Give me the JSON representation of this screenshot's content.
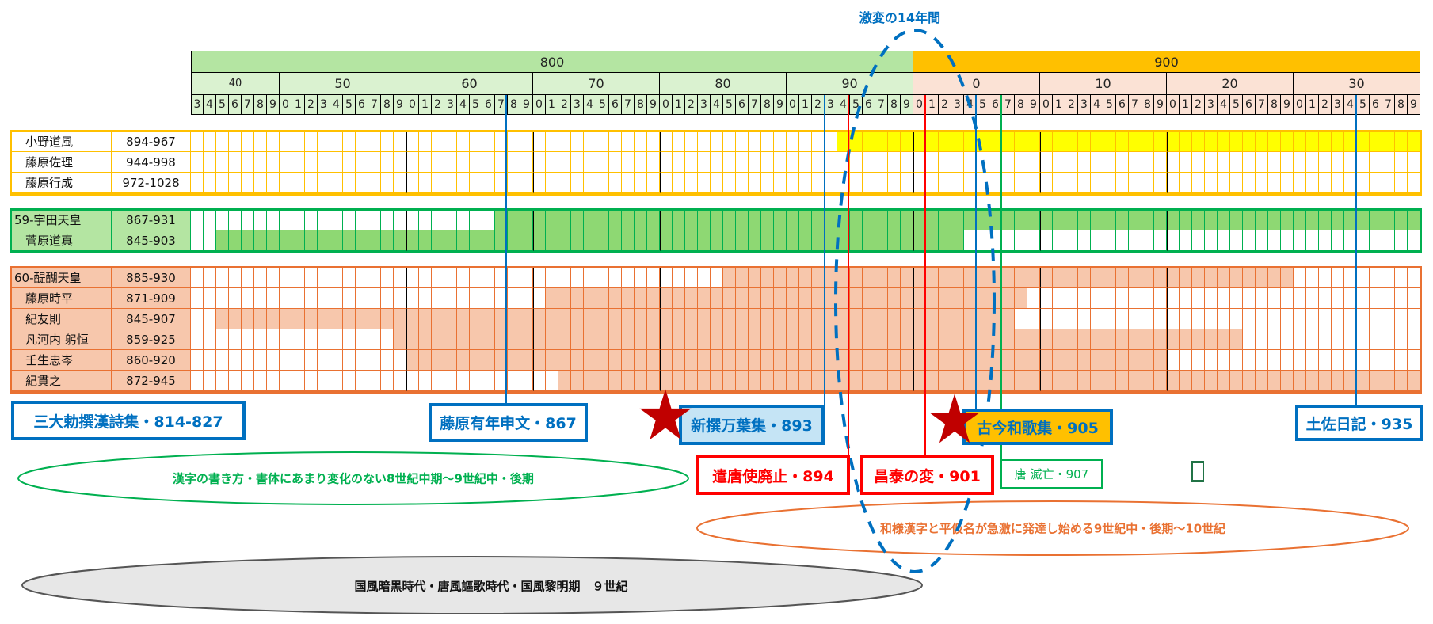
{
  "title": "激変の14年間",
  "colors": {
    "c800": "#B4E5A2",
    "c800_light": "#DAF2D0",
    "c900": "#FFC000",
    "c900_light": "#FBE2D5",
    "group1_border": "#FFC000",
    "group1_fill": "#FFFF00",
    "group2_border": "#00B050",
    "group2_fill": "#8ED873",
    "group2_label": "#B4E5A2",
    "group3_border": "#E97132",
    "group3_fill": "#F7C7AC",
    "group3_label": "#F7C7AC",
    "blue": "#0070C0",
    "red": "#FF0000",
    "green": "#00B050",
    "star": "#C00000"
  },
  "timeline": {
    "start_year": 843,
    "end_year": 939,
    "centuries": [
      {
        "label": "800",
        "from": 843,
        "to": 899
      },
      {
        "label": "900",
        "from": 900,
        "to": 939
      }
    ],
    "decades": [
      {
        "label": "40",
        "from": 843,
        "to": 849
      },
      {
        "label": "50",
        "from": 850,
        "to": 859
      },
      {
        "label": "60",
        "from": 860,
        "to": 869
      },
      {
        "label": "70",
        "from": 870,
        "to": 879
      },
      {
        "label": "80",
        "from": 880,
        "to": 889
      },
      {
        "label": "90",
        "from": 890,
        "to": 899
      },
      {
        "label": "0",
        "from": 900,
        "to": 909
      },
      {
        "label": "10",
        "from": 910,
        "to": 919
      },
      {
        "label": "20",
        "from": 920,
        "to": 929
      },
      {
        "label": "30",
        "from": 930,
        "to": 939
      }
    ]
  },
  "groups": [
    {
      "id": "group1",
      "rows": [
        {
          "name": "小野道風",
          "dates": "894-967",
          "fill": [
            894,
            939
          ]
        },
        {
          "name": "藤原佐理",
          "dates": "944-998",
          "fill": null
        },
        {
          "name": "藤原行成",
          "dates": "972-1028",
          "fill": null
        }
      ]
    },
    {
      "id": "group2",
      "rows": [
        {
          "name": "59-宇田天皇",
          "dates": "867-931",
          "fill": [
            867,
            939
          ],
          "outdent": true
        },
        {
          "name": "菅原道真",
          "dates": "845-903",
          "fill": [
            845,
            903
          ]
        }
      ]
    },
    {
      "id": "group3",
      "rows": [
        {
          "name": "60-醍醐天皇",
          "dates": "885-930",
          "fill": [
            885,
            929
          ],
          "outdent": true
        },
        {
          "name": "藤原時平",
          "dates": "871-909",
          "fill": [
            871,
            908
          ]
        },
        {
          "name": "紀友則",
          "dates": "845-907",
          "fill": [
            845,
            907
          ]
        },
        {
          "name": "凡河内 躬恒",
          "dates": "859-925",
          "fill": [
            859,
            925
          ]
        },
        {
          "name": "壬生忠岑",
          "dates": "860-920",
          "fill": [
            860,
            919
          ]
        },
        {
          "name": "紀貫之",
          "dates": "872-945",
          "fill": [
            872,
            939
          ]
        }
      ]
    }
  ],
  "events": [
    {
      "label": "三大勅撰漢詩集・814-827",
      "style": "blue"
    },
    {
      "label": "藤原有年申文・867",
      "style": "blue",
      "year": 867
    },
    {
      "label": "新撰万葉集・893",
      "style": "blue-filled",
      "year": 893,
      "star": true
    },
    {
      "label": "遣唐使廃止・894",
      "style": "red",
      "year": 894
    },
    {
      "label": "昌泰の変・901",
      "style": "red",
      "year": 901
    },
    {
      "label": "古今和歌集・905",
      "style": "gold-filled",
      "year": 905,
      "star": true
    },
    {
      "label": "唐 滅亡・907",
      "style": "green-thin",
      "year": 907
    },
    {
      "label": "土佐日記・935",
      "style": "blue",
      "year": 935
    }
  ],
  "periods": [
    {
      "label": "漢字の書き方・書体にあまり変化のない8世紀中期～9世紀中・後期",
      "color": "#00B050"
    },
    {
      "label": "和様漢字と平仮名が急激に発達し始める9世紀中・後期～10世紀",
      "color": "#E97132"
    },
    {
      "label": "国風暗黒時代・唐風謳歌時代・国風黎明期　９世紀",
      "color": "#111111"
    }
  ]
}
